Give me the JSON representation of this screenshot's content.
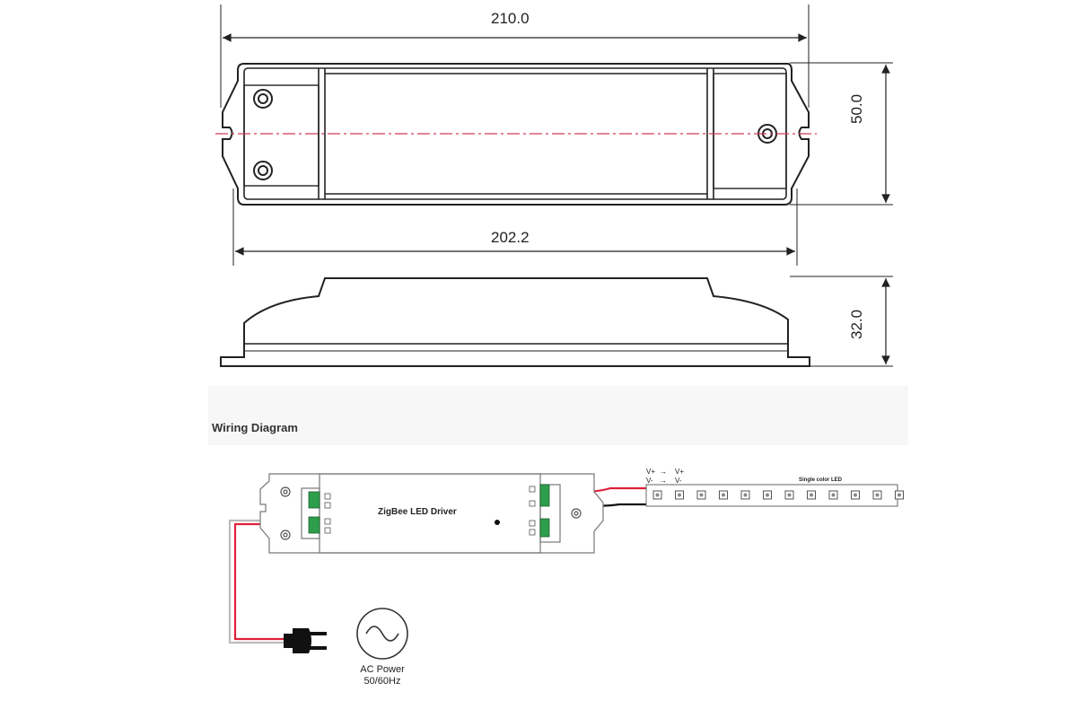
{
  "dimensions": {
    "length_total": "210.0",
    "length_mounting": "202.2",
    "width": "50.0",
    "height": "32.0"
  },
  "wiring": {
    "title": "Wiring Diagram",
    "driver_label": "ZigBee LED Driver",
    "strip_label": "Single color LED",
    "vplus_left": "V+",
    "vplus_right": "V+",
    "vminus_left": "V-",
    "vminus_right": "V-",
    "ac_power_label": "AC Power",
    "ac_freq_label": "50/60Hz"
  },
  "colors": {
    "line": "#222222",
    "centerline": "#d23a56",
    "wire_red": "#e0203a",
    "wire_black": "#111111",
    "terminal_green": "#2e9e4a"
  },
  "icons": [
    "mounting-hole-icon",
    "terminal-block-icon",
    "power-plug-icon",
    "ac-sine-icon",
    "led-chip-icon"
  ]
}
